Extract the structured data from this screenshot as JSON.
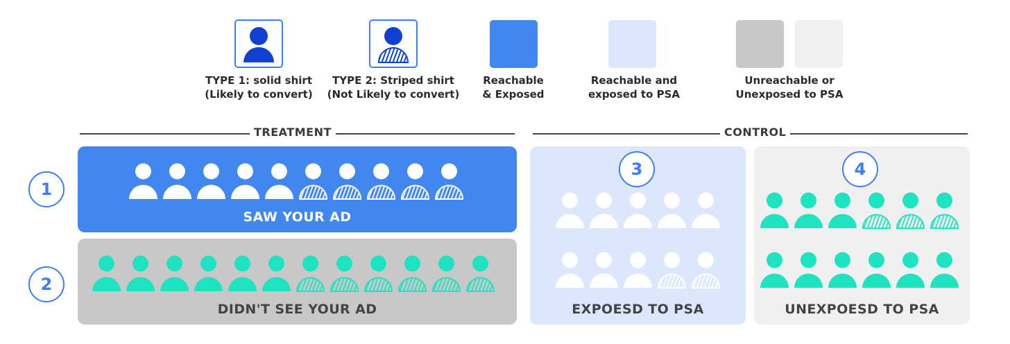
{
  "legend": {
    "type1": {
      "line1": "TYPE 1: solid shirt",
      "line2": "(Likely to convert)",
      "icon": "person-solid-icon"
    },
    "type2": {
      "line1": "TYPE 2: Striped shirt",
      "line2": "(Not Likely to convert)",
      "icon": "person-striped-icon"
    },
    "reachable_exposed": {
      "line1": "Reachable",
      "line2": "& Exposed",
      "color": "#4287f0"
    },
    "reachable_psa": {
      "line1": "Reachable and",
      "line2": "exposed to PSA",
      "color": "#dce6fc"
    },
    "unreachable": {
      "line1": "Unreachable or",
      "line2": "Unexposed to PSA",
      "colors": [
        "#c8c8c8",
        "#f0f0f0"
      ]
    }
  },
  "sections": {
    "treatment": "TREATMENT",
    "control": "CONTROL"
  },
  "groups": [
    {
      "number": "1",
      "label": "SAW YOUR AD",
      "solid": 5,
      "striped": 5,
      "color": "#ffffff",
      "background": "#4287f0"
    },
    {
      "number": "2",
      "label": "DIDN'T SEE YOUR AD",
      "solid": 6,
      "striped": 6,
      "color": "#1ee3c0",
      "background": "#c8c8c8"
    },
    {
      "number": "3",
      "label": "EXPOESD TO PSA",
      "rows": [
        {
          "solid": 5,
          "striped": 0
        },
        {
          "solid": 3,
          "striped": 2
        }
      ],
      "color": "#ffffff",
      "background": "#dce6fc"
    },
    {
      "number": "4",
      "label": "UNEXPOESD TO PSA",
      "rows": [
        {
          "solid": 3,
          "striped": 3
        },
        {
          "solid": 6,
          "striped": 0
        }
      ],
      "color": "#1ee3c0",
      "background": "#f0f0f0"
    }
  ],
  "colors": {
    "icon_blue": "#1040d0",
    "accent_blue": "#3d7ef0",
    "teal": "#1ee3c0"
  }
}
